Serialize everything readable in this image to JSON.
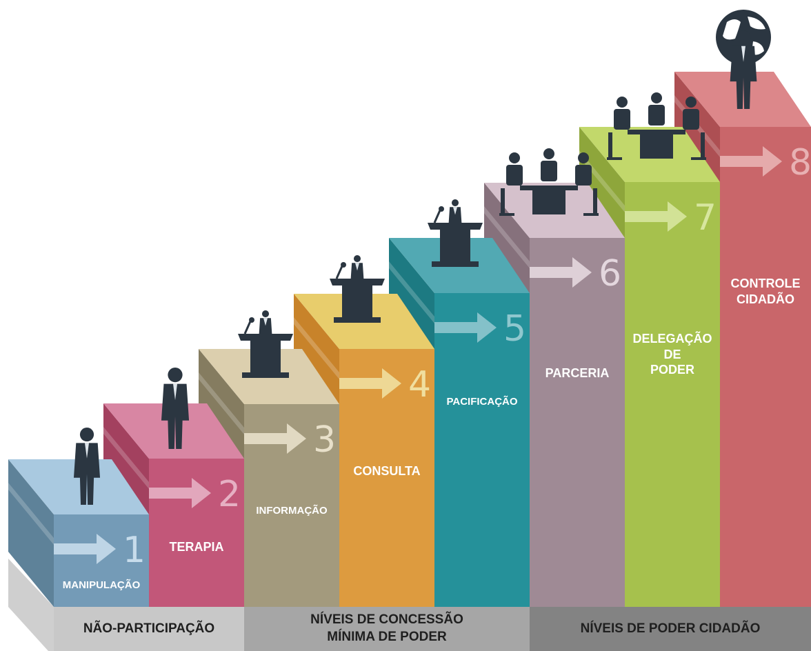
{
  "steps": [
    {
      "number": "1",
      "label": "MANIPULAÇÃO",
      "front": "#749bb7",
      "top": "#a9c9e0",
      "side": "#5e8299",
      "figure": "person"
    },
    {
      "number": "2",
      "label": "TERAPIA",
      "front": "#c25779",
      "top": "#d886a3",
      "side": "#a3415f",
      "figure": "person"
    },
    {
      "number": "3",
      "label": "INFORMAÇÃO",
      "front": "#a39a7d",
      "top": "#dccfae",
      "side": "#857c60",
      "figure": "podium"
    },
    {
      "number": "4",
      "label": "CONSULTA",
      "front": "#dd9b3f",
      "top": "#e8cd6c",
      "side": "#c8832a",
      "figure": "podium"
    },
    {
      "number": "5",
      "label": "PACIFICAÇÃO",
      "front": "#25919a",
      "top": "#52a9b3",
      "side": "#1d7a82",
      "figure": "podium"
    },
    {
      "number": "6",
      "label": "PARCERIA",
      "front": "#9f8a95",
      "top": "#d5c1cc",
      "side": "#86717c",
      "figure": "meeting"
    },
    {
      "number": "7",
      "label": "DELEGAÇÃO\nDE\nPODER",
      "front": "#a6c14d",
      "top": "#c2d86b",
      "side": "#8ea63b",
      "figure": "meeting"
    },
    {
      "number": "8",
      "label": "CONTROLE\nCIDADÃO",
      "front": "#c9666a",
      "top": "#dc878a",
      "side": "#ad4f53",
      "figure": "globe"
    }
  ],
  "groups": [
    {
      "label": "NÃO-PARTICIPAÇÃO",
      "color": "#c8c8c8"
    },
    {
      "label": "NÍVEIS DE CONCESSÃO\nMÍNIMA DE PODER",
      "color": "#a6a6a6"
    },
    {
      "label": "NÍVEIS DE PODER CIDADÃO",
      "color": "#838383"
    }
  ],
  "colors": {
    "figure": "#2b3641"
  }
}
